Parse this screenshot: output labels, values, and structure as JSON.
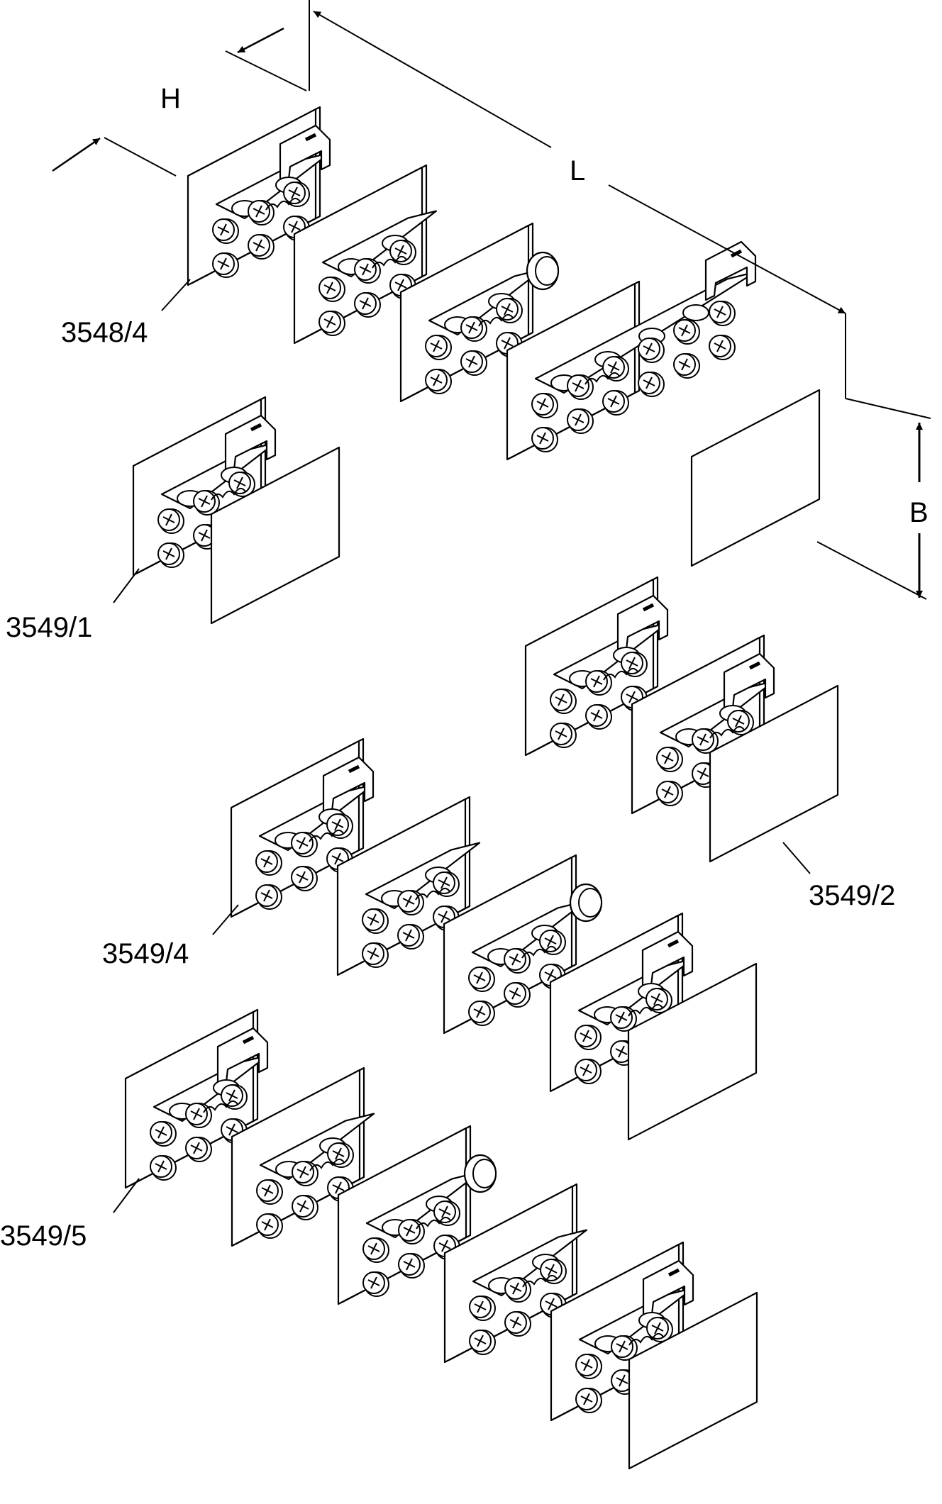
{
  "dimensions": {
    "height_label": "H",
    "length_label": "L",
    "width_label": "B"
  },
  "assemblies": [
    {
      "label": "3548/4",
      "modules": [
        1,
        1,
        1,
        2
      ]
    },
    {
      "label": "3549/1",
      "modules": [
        1
      ]
    },
    {
      "label": "3549/2",
      "modules": [
        1,
        1
      ]
    },
    {
      "label": "3549/4",
      "modules": [
        1,
        1,
        1,
        1
      ]
    },
    {
      "label": "3549/5",
      "modules": [
        1,
        1,
        1,
        1,
        1
      ]
    }
  ],
  "colors": {
    "line": "#000000",
    "fill": "#ffffff"
  }
}
